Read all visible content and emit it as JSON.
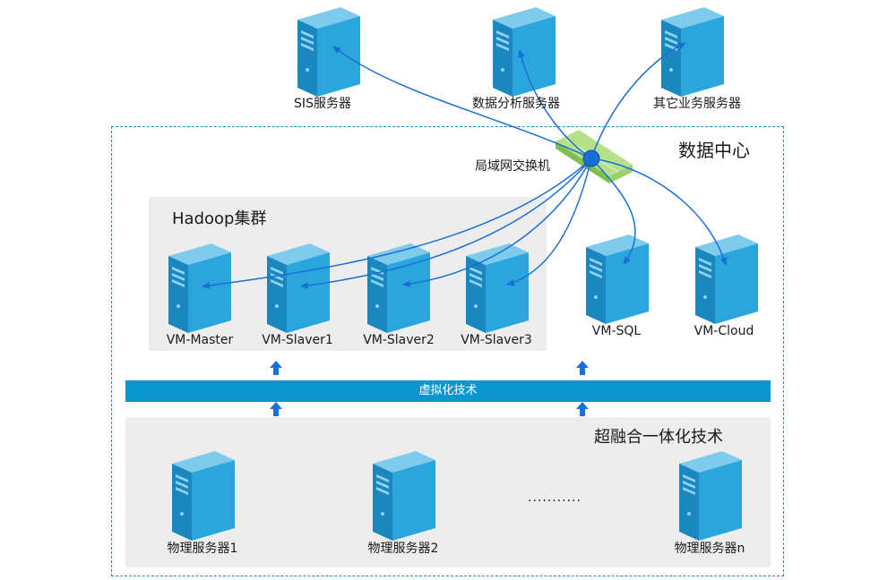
{
  "top_servers": [
    {
      "label": "SIS服务器"
    },
    {
      "label": "数据分析服务器"
    },
    {
      "label": "其它业务服务器"
    }
  ],
  "datacenter": {
    "title": "数据中心"
  },
  "switch": {
    "label": "局域网交换机"
  },
  "hadoop": {
    "title": "Hadoop集群",
    "nodes": [
      {
        "label": "VM-Master"
      },
      {
        "label": "VM-Slaver1"
      },
      {
        "label": "VM-Slaver2"
      },
      {
        "label": "VM-Slaver3"
      }
    ]
  },
  "vms": [
    {
      "label": "VM-SQL"
    },
    {
      "label": "VM-Cloud"
    }
  ],
  "virtualization": {
    "label": "虚拟化技术"
  },
  "hci": {
    "title": "超融合一体化技术",
    "servers": [
      {
        "label": "物理服务器1"
      },
      {
        "label": "物理服务器2"
      },
      {
        "label": "物理服务器n"
      }
    ],
    "ellipsis": "..........."
  },
  "colors": {
    "line": "#1a6fd6",
    "dashed_border": "#1a8fc9",
    "virt_bar": "#0b96cf",
    "panel": "#ededed",
    "switch": "#9bd06a",
    "server_front": "#2aa6dc",
    "server_side": "#1b87bf",
    "server_top": "#7fcbed"
  }
}
